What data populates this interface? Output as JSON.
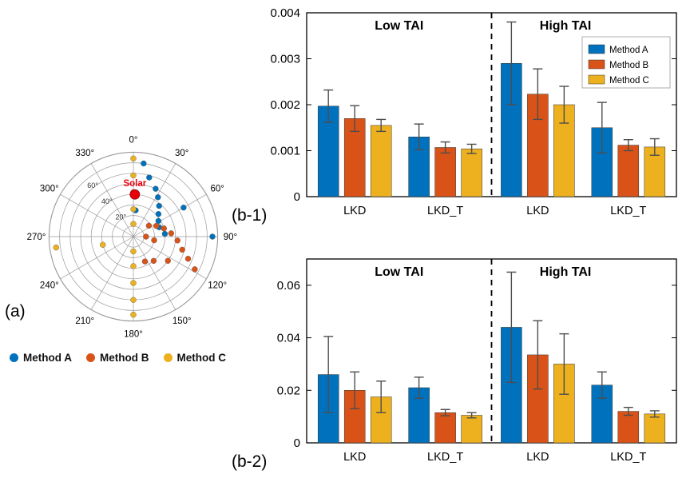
{
  "figure": {
    "panel_a_label": "(a)",
    "panel_b1_label": "(b-1)",
    "panel_b2_label": "(b-2)"
  },
  "colors": {
    "method_a": "#0072BD",
    "method_b": "#D95319",
    "method_c": "#EDB120",
    "solar": "#E8000B",
    "error_bar": "#4d4d4d",
    "grid": "#9a9a9a"
  },
  "legend": {
    "items": [
      {
        "label": "Method A",
        "color": "#0072BD"
      },
      {
        "label": "Method B",
        "color": "#D95319"
      },
      {
        "label": "Method C",
        "color": "#EDB120"
      }
    ]
  },
  "chart_data": [
    {
      "type": "scatter",
      "subtype": "polar",
      "panel": "a",
      "angle_tick_labels": [
        "0°",
        "30°",
        "60°",
        "90°",
        "120°",
        "150°",
        "180°",
        "210°",
        "240°",
        "270°",
        "300°",
        "330°"
      ],
      "angle_ticks_deg": [
        0,
        30,
        60,
        90,
        120,
        150,
        180,
        210,
        240,
        270,
        300,
        330
      ],
      "radial_ticks": [
        20,
        40,
        60
      ],
      "radial_tick_labels": [
        "20°",
        "40°",
        "60°"
      ],
      "rmax": 80,
      "ring_step": 10,
      "solar": {
        "label": "Solar",
        "angle": 2,
        "radius": 40
      },
      "series": [
        {
          "name": "Method A",
          "color": "#0072BD",
          "points": [
            {
              "angle": 8,
              "radius": 70
            },
            {
              "angle": 15,
              "radius": 58
            },
            {
              "angle": 25,
              "radius": 50
            },
            {
              "angle": 32,
              "radius": 44
            },
            {
              "angle": 40,
              "radius": 38
            },
            {
              "angle": 48,
              "radius": 32
            },
            {
              "angle": 58,
              "radius": 28
            },
            {
              "angle": 70,
              "radius": 26
            },
            {
              "angle": 85,
              "radius": 30
            },
            {
              "angle": 90,
              "radius": 75
            },
            {
              "angle": 60,
              "radius": 55
            },
            {
              "angle": 5,
              "radius": 25
            }
          ]
        },
        {
          "name": "Method B",
          "color": "#D95319",
          "points": [
            {
              "angle": 55,
              "radius": 18
            },
            {
              "angle": 65,
              "radius": 24
            },
            {
              "angle": 75,
              "radius": 30
            },
            {
              "angle": 85,
              "radius": 36
            },
            {
              "angle": 95,
              "radius": 42
            },
            {
              "angle": 105,
              "radius": 48
            },
            {
              "angle": 112,
              "radius": 56
            },
            {
              "angle": 118,
              "radius": 66
            },
            {
              "angle": 125,
              "radius": 40
            },
            {
              "angle": 140,
              "radius": 30
            },
            {
              "angle": 155,
              "radius": 26
            },
            {
              "angle": 100,
              "radius": 20
            },
            {
              "angle": 90,
              "radius": 12
            }
          ]
        },
        {
          "name": "Method C",
          "color": "#EDB120",
          "points": [
            {
              "angle": 0,
              "radius": 12
            },
            {
              "angle": 0,
              "radius": 26
            },
            {
              "angle": 0,
              "radius": 42
            },
            {
              "angle": 0,
              "radius": 58
            },
            {
              "angle": 0,
              "radius": 74
            },
            {
              "angle": 180,
              "radius": 14
            },
            {
              "angle": 180,
              "radius": 28
            },
            {
              "angle": 180,
              "radius": 44
            },
            {
              "angle": 180,
              "radius": 60
            },
            {
              "angle": 180,
              "radius": 74
            },
            {
              "angle": 262,
              "radius": 74
            },
            {
              "angle": 255,
              "radius": 30
            }
          ]
        }
      ]
    },
    {
      "type": "bar",
      "panel": "b-1",
      "sections": [
        "Low TAI",
        "High TAI"
      ],
      "categories": [
        "LKD",
        "LKD_T",
        "LKD",
        "LKD_T"
      ],
      "series": [
        {
          "name": "Method A",
          "color": "#0072BD",
          "values": [
            0.00197,
            0.0013,
            0.0029,
            0.0015
          ],
          "errors": [
            0.00035,
            0.00028,
            0.0009,
            0.00055
          ]
        },
        {
          "name": "Method B",
          "color": "#D95319",
          "values": [
            0.0017,
            0.00107,
            0.00223,
            0.00112
          ],
          "errors": [
            0.00028,
            0.00012,
            0.00055,
            0.00012
          ]
        },
        {
          "name": "Method C",
          "color": "#EDB120",
          "values": [
            0.00155,
            0.00104,
            0.002,
            0.00108
          ],
          "errors": [
            0.00013,
            0.0001,
            0.0004,
            0.00018
          ]
        }
      ],
      "ylim": [
        0,
        0.004
      ],
      "yticks": [
        0,
        0.001,
        0.002,
        0.003,
        0.004
      ],
      "ytick_labels": [
        "0",
        "0.001",
        "0.002",
        "0.003",
        "0.004"
      ],
      "legend_visible": true,
      "separator": "dashed"
    },
    {
      "type": "bar",
      "panel": "b-2",
      "sections": [
        "Low TAI",
        "High TAI"
      ],
      "categories": [
        "LKD",
        "LKD_T",
        "LKD",
        "LKD_T"
      ],
      "series": [
        {
          "name": "Method A",
          "color": "#0072BD",
          "values": [
            0.026,
            0.021,
            0.044,
            0.022
          ],
          "errors": [
            0.0145,
            0.004,
            0.021,
            0.005
          ]
        },
        {
          "name": "Method B",
          "color": "#D95319",
          "values": [
            0.02,
            0.0115,
            0.0335,
            0.012
          ],
          "errors": [
            0.007,
            0.0012,
            0.013,
            0.0015
          ]
        },
        {
          "name": "Method C",
          "color": "#EDB120",
          "values": [
            0.0175,
            0.0105,
            0.03,
            0.011
          ],
          "errors": [
            0.006,
            0.001,
            0.0115,
            0.0012
          ]
        }
      ],
      "ylim": [
        0,
        0.07
      ],
      "yticks": [
        0,
        0.02,
        0.04,
        0.06
      ],
      "ytick_labels": [
        "0",
        "0.02",
        "0.04",
        "0.06"
      ],
      "legend_visible": false,
      "separator": "dashed"
    }
  ]
}
